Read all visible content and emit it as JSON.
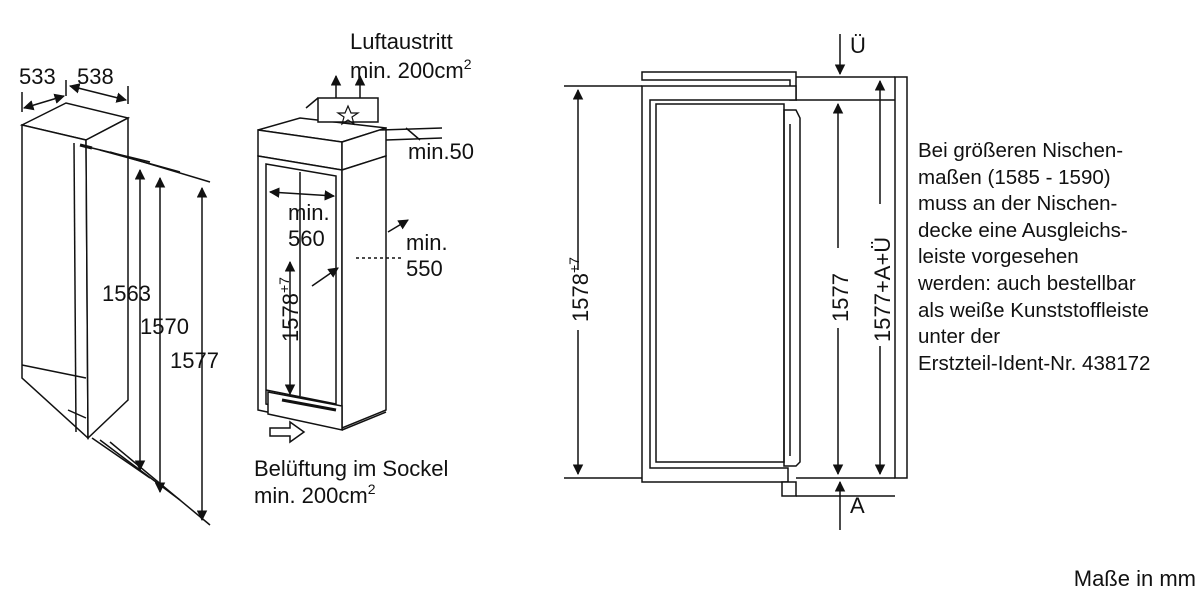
{
  "fridge_front": {
    "dims": {
      "depth_body": "533",
      "depth_door": "538",
      "height_body": "1563",
      "height_door": "1570",
      "height_total": "1577"
    }
  },
  "niche_view": {
    "air_outlet": {
      "label": "Luftaustritt",
      "min": "min. 200cm",
      "sup": "2"
    },
    "top_gap": "min.50",
    "width_min": {
      "line1": "min.",
      "line2": "560"
    },
    "depth_min": {
      "line1": "min.",
      "line2": "550"
    },
    "niche_height": {
      "base": "1578",
      "sup": "+7"
    },
    "ventilation": {
      "label": "Belüftung im Sockel",
      "min": "min. 200cm",
      "sup": "2"
    }
  },
  "side_section": {
    "niche_height": {
      "base": "1578",
      "sup": "+7"
    },
    "inner_height": "1577",
    "total_height": "1577+A+Ü",
    "top_marker": "Ü",
    "bottom_marker": "A"
  },
  "note": {
    "lines": [
      "Bei größeren Nischen-",
      "maßen (1585 - 1590)",
      "muss an der Nischen-",
      "decke eine Ausgleichs-",
      "leiste vorgesehen",
      "werden: auch bestellbar",
      "als weiße Kunststoffleiste",
      "unter der",
      "Erstzteil-Ident-Nr. 438172"
    ]
  },
  "units": "Maße in mm"
}
